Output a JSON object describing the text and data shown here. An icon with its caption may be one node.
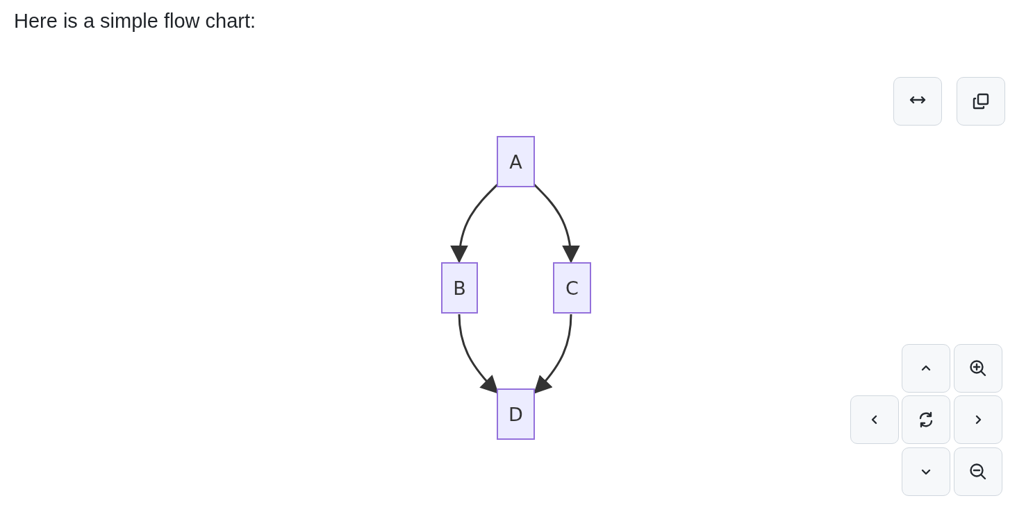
{
  "diagram": {
    "title": "Here is a simple flow chart:",
    "nodes": [
      {
        "text": [
          "A"
        ]
      },
      {
        "text": [
          "B"
        ]
      },
      {
        "text": [
          "C"
        ]
      },
      {
        "text": [
          "D"
        ]
      }
    ],
    "edges": [
      {
        "from": 0,
        "to": 1,
        "arrow": "to"
      },
      {
        "from": 0,
        "to": 2,
        "arrow": "to"
      },
      {
        "from": 1,
        "to": 3,
        "arrow": "to"
      },
      {
        "from": 2,
        "to": 3,
        "arrow": "to"
      }
    ]
  }
}
